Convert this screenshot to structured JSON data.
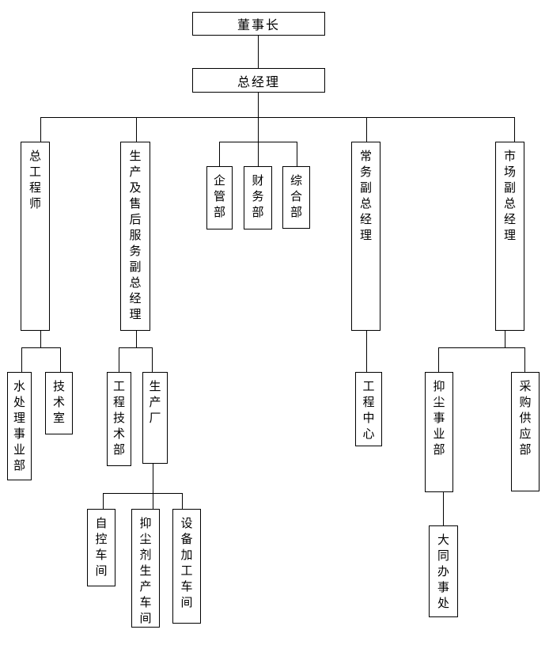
{
  "page": {
    "background_color": "#ffffff",
    "line_color": "#000000",
    "text_color": "#000000",
    "diagram_type": "organization-chart"
  },
  "nodes": {
    "chairman": {
      "label": "董事长"
    },
    "general_manager": {
      "label": "总经理"
    },
    "chief_engineer": {
      "label": "总工程师"
    },
    "production_aftersales_deputy_gm": {
      "label": "生产及售后服务副总经理"
    },
    "enterprise_mgmt_dept": {
      "label": "企管部"
    },
    "finance_dept": {
      "label": "财务部"
    },
    "general_affairs_dept": {
      "label": "综合部"
    },
    "executive_deputy_gm": {
      "label": "常务副总经理"
    },
    "marketing_deputy_gm": {
      "label": "市场副总经理"
    },
    "water_treatment_division": {
      "label": "水处理事业部"
    },
    "technology_office": {
      "label": "技术室"
    },
    "engineering_tech_dept": {
      "label": "工程技术部"
    },
    "production_plant": {
      "label": "生产厂"
    },
    "engineering_center": {
      "label": "工程中心"
    },
    "dust_suppression_division": {
      "label": "抑尘事业部"
    },
    "procurement_supply_dept": {
      "label": "采购供应部"
    },
    "auto_control_workshop": {
      "label": "自控车间"
    },
    "dust_suppressant_production_workshop": {
      "label": "抑尘剂生产车间"
    },
    "equipment_processing_workshop": {
      "label": "设备加工车间"
    },
    "datong_office": {
      "label": "大同办事处"
    }
  },
  "edges": [
    [
      "chairman",
      "general_manager"
    ],
    [
      "general_manager",
      "chief_engineer"
    ],
    [
      "general_manager",
      "production_aftersales_deputy_gm"
    ],
    [
      "general_manager",
      "enterprise_mgmt_dept"
    ],
    [
      "general_manager",
      "finance_dept"
    ],
    [
      "general_manager",
      "general_affairs_dept"
    ],
    [
      "general_manager",
      "executive_deputy_gm"
    ],
    [
      "general_manager",
      "marketing_deputy_gm"
    ],
    [
      "chief_engineer",
      "water_treatment_division"
    ],
    [
      "chief_engineer",
      "technology_office"
    ],
    [
      "production_aftersales_deputy_gm",
      "engineering_tech_dept"
    ],
    [
      "production_aftersales_deputy_gm",
      "production_plant"
    ],
    [
      "production_plant",
      "auto_control_workshop"
    ],
    [
      "production_plant",
      "dust_suppressant_production_workshop"
    ],
    [
      "production_plant",
      "equipment_processing_workshop"
    ],
    [
      "executive_deputy_gm",
      "engineering_center"
    ],
    [
      "marketing_deputy_gm",
      "dust_suppression_division"
    ],
    [
      "marketing_deputy_gm",
      "procurement_supply_dept"
    ],
    [
      "dust_suppression_division",
      "datong_office"
    ]
  ]
}
